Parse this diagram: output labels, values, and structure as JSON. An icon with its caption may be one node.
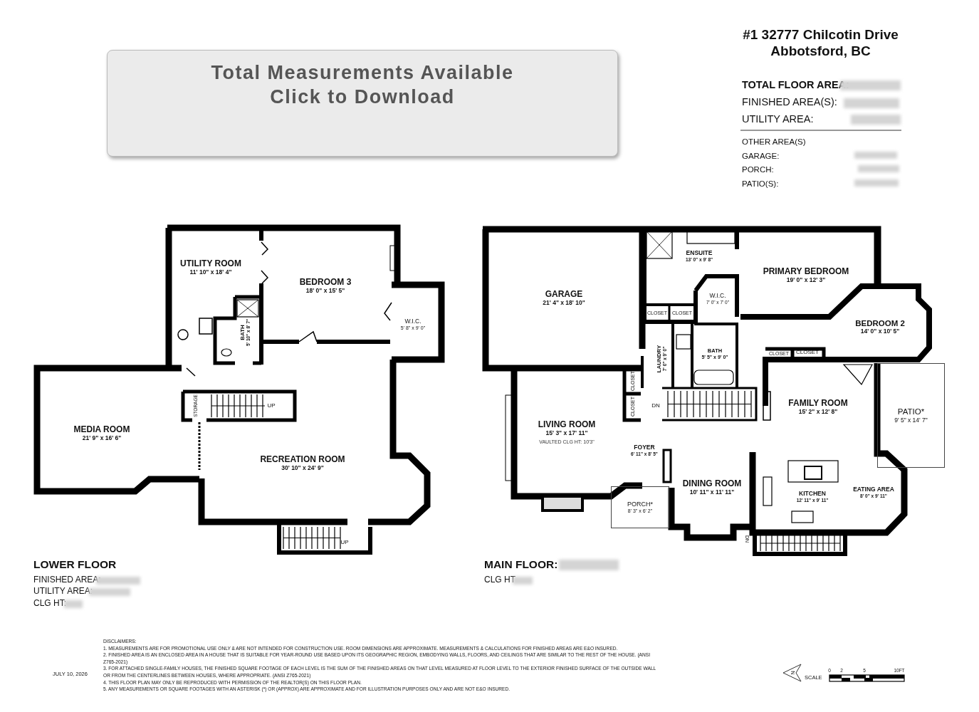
{
  "diagram": {
    "title": "#1 32777 Chilcotin Drive Abbotsford, BC",
    "nodes": [
      {
        "text": [
          "Total Measurements Available Click to Download"
        ]
      },
      {
        "text": [
          "UTILITY ROOM",
          "11' 10\" x 18' 4\""
        ]
      },
      {
        "text": [
          "BEDROOM 3",
          "18' 0\" x 15' 5\""
        ]
      },
      {
        "text": [
          "W.I.C.",
          "5' 8\" x 9' 0\""
        ]
      },
      {
        "text": [
          "BATH",
          "5' 10\" x 8' 7\""
        ]
      },
      {
        "text": [
          "STORAGE"
        ]
      },
      {
        "text": [
          "MEDIA ROOM",
          "21' 9\" x 16' 6\""
        ]
      },
      {
        "text": [
          "RECREATION ROOM",
          "30' 10\" x 24' 9\""
        ]
      },
      {
        "text": [
          "GARAGE",
          "21' 4\" x 18' 10\""
        ]
      },
      {
        "text": [
          "ENSUITE",
          "13' 0\" x 9' 8\""
        ]
      },
      {
        "text": [
          "PRIMARY BEDROOM",
          "19' 0\" x 12' 3\""
        ]
      },
      {
        "text": [
          "W.I.C.",
          "7' 0\" x 7' 0\""
        ]
      },
      {
        "text": [
          "CLOSET"
        ]
      },
      {
        "text": [
          "CLOSET"
        ]
      },
      {
        "text": [
          "BEDROOM 2",
          "14' 0\" x 10' 5\""
        ]
      },
      {
        "text": [
          "LAUNDRY",
          "7' 0\" x 9' 0\""
        ]
      },
      {
        "text": [
          "BATH",
          "5' 5\" x 9' 0\""
        ]
      },
      {
        "text": [
          "CLOSET"
        ]
      },
      {
        "text": [
          "CLOSET"
        ]
      },
      {
        "text": [
          "CLOSET"
        ]
      },
      {
        "text": [
          "CLOSET"
        ]
      },
      {
        "text": [
          "FAMILY ROOM",
          "15' 2\" x 12' 8\""
        ]
      },
      {
        "text": [
          "PATIO*",
          "9' 5\" x 14' 7\""
        ]
      },
      {
        "text": [
          "LIVING ROOM",
          "15' 3\" x 17' 11\"",
          "VAULTED CLG HT:  10'3\""
        ]
      },
      {
        "text": [
          "FOYER",
          "6' 11\" x 8' 5\""
        ]
      },
      {
        "text": [
          "DINING ROOM",
          "10' 11\" x 11' 11\""
        ]
      },
      {
        "text": [
          "PORCH*",
          "8' 3\" x 6' 2\""
        ]
      },
      {
        "text": [
          "KITCHEN",
          "12' 11\" x 9' 11\""
        ]
      },
      {
        "text": [
          "EATING AREA",
          "8' 0\" x 9' 11\""
        ]
      }
    ],
    "labels": [
      "TOTAL FLOOR AREA:",
      "FINISHED AREA(S):",
      "UTILITY AREA:",
      "OTHER AREA(S)",
      "GARAGE:",
      "PORCH:",
      "PATIO(S):",
      "UP",
      "DN",
      "UP",
      "DN",
      "LOWER FLOOR",
      "FINISHED AREA:",
      "UTILITY AREA:",
      "CLG HT:",
      "MAIN FLOOR:",
      "CLG HT",
      "DISCLAIMERS:",
      "1. MEASUREMENTS ARE FOR PROMOTIONAL USE ONLY & ARE NOT INTENDED FOR CONSTRUCTION USE. ROOM DIMENSIONS ARE APPROXIMATE. MEASUREMENTS & CALCULATIONS FOR FINISHED AREAS ARE E&O INSURED.",
      "2. FINISHED AREA IS AN ENCLOSED AREA IN A HOUSE THAT IS SUITABLE FOR YEAR-ROUND USE BASED UPON ITS GEOGRAPHIC REGION, EMBODYING WALLS, FLOORS, AND CEILINGS THAT ARE SIMILAR TO THE REST OF THE HOUSE. (ANSI Z765-2021)",
      "3. FOR ATTACHED SINGLE-FAMILY HOUSES, THE FINISHED SQUARE FOOTAGE OF EACH LEVEL IS THE SUM OF THE FINISHED AREAS ON THAT LEVEL MEASURED AT FLOOR LEVEL TO THE EXTERIOR FINISHED SURFACE OF THE OUTSIDE WALL OR FROM THE CENTERLINES BETWEEN HOUSES, WHERE APPROPRIATE. (ANSI Z765-2021)",
      "4. THIS FLOOR PLAN MAY ONLY BE REPRODUCED WITH PERMISSION OF THE REALTOR(S) ON THIS FLOOR PLAN.",
      "5. ANY MEASUREMENTS OR SQUARE FOOTAGES WITH AN ASTERISK (*) OR (APPROX) ARE APPROXIMATE AND FOR ILLUSTRATION PURPOSES ONLY AND ARE NOT E&O INSURED.",
      "JULY 10, 2026",
      "N",
      "SCALE",
      "0",
      "2",
      "5",
      "10FT"
    ]
  }
}
